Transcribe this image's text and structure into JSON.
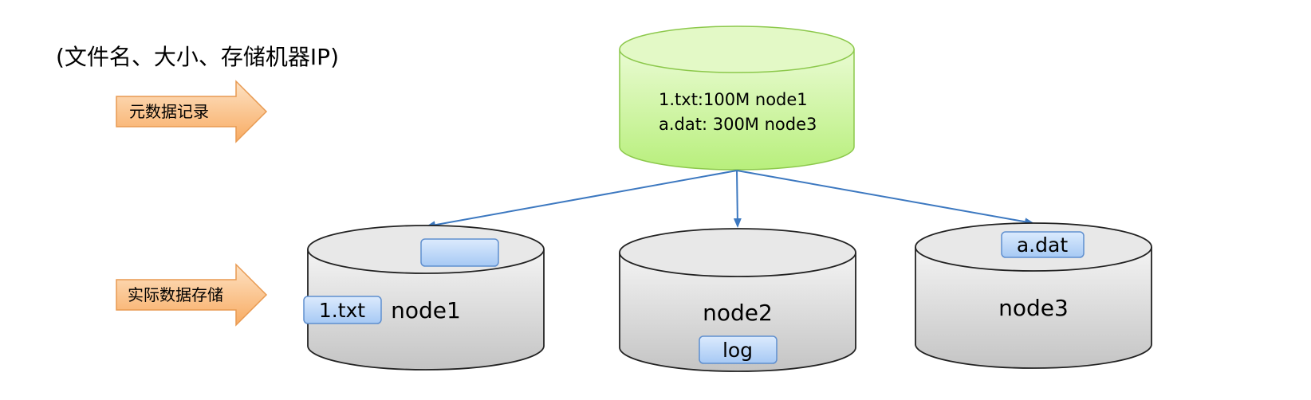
{
  "heading": "(文件名、大小、存储机器IP)",
  "labels": {
    "metadata_arrow": "元数据记录",
    "storage_arrow": "实际数据存储"
  },
  "metadata_db": {
    "lines": [
      "1.txt:100M node1",
      "a.dat: 300M node3"
    ]
  },
  "nodes": [
    {
      "name": "node1",
      "block": "1.txt"
    },
    {
      "name": "node2",
      "block": "log"
    },
    {
      "name": "node3",
      "block": "a.dat"
    }
  ],
  "empty_block": "",
  "colors": {
    "metadata_fill": "#c8f28e",
    "node_fill": "#d4d4d4",
    "block_fill": "#b7d4f7",
    "arrow_fill": "#f9b36f",
    "connector": "#3c78c0"
  }
}
